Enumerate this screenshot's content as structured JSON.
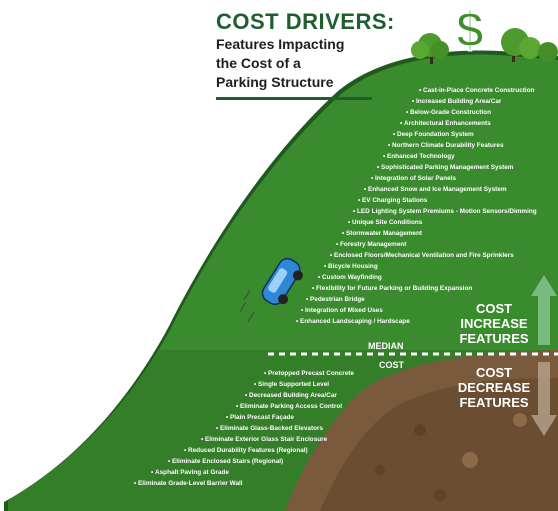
{
  "title": {
    "main": "COST DRIVERS:",
    "sub_line1": "Features Impacting",
    "sub_line2": "the Cost of a",
    "sub_line3": "Parking Structure"
  },
  "symbol": "$",
  "increase_features": [
    "Cast-in-Place Concrete Construction",
    "Increased Building Area/Car",
    "Below-Grade Construction",
    "Architectural Enhancements",
    "Deep Foundation System",
    "Northern Climate Durability Features",
    "Enhanced Technology",
    "Sophisticated Parking Management System",
    "Integration of Solar Panels",
    "Enhanced Snow and Ice Management System",
    "EV Charging Stations",
    "LED Lighting System Premiums - Motion Sensors/Dimming",
    "Unique Site Conditions",
    "Stormwater Management",
    "Forestry Management",
    "Enclosed Floors/Mechanical Ventilation and Fire Sprinklers",
    "Bicycle Housing",
    "Custom Wayfinding",
    "Flexibility for Future Parking or Building Expansion",
    "Pedestrian Bridge",
    "Integration of Mixed Uses",
    "Enhanced Landscaping / Hardscape"
  ],
  "decrease_features": [
    "Pretopped Precast Concrete",
    "Single Supported Level",
    "Decreased Building Area/Car",
    "Eliminate Parking Access Control",
    "Plain Precast Façade",
    "Eliminate Glass-Backed Elevators",
    "Eliminate Exterior Glass Stair Enclosure",
    "Reduced Durability Features (Regional)",
    "Eliminate Enclosed Stairs (Regional)",
    "Asphalt Paving at Grade",
    "Eliminate Grade-Level Barrier Wall"
  ],
  "labels": {
    "median": "MEDIAN",
    "cost": "COST",
    "increase": [
      "COST",
      "INCREASE",
      "FEATURES"
    ],
    "decrease": [
      "COST",
      "DECREASE",
      "FEATURES"
    ]
  },
  "colors": {
    "hill_green": "#3a8a2e",
    "hill_dark_green": "#2c6f25",
    "dirt_brown": "#7a5a3c",
    "title_green": "#1f5e2e",
    "car_blue": "#2f87d8",
    "arrow_green": "#7fbf8a",
    "arrow_tan": "#b09a82"
  },
  "icons": [
    "tree-icon",
    "dollar-sign-icon",
    "car-icon",
    "up-arrow-icon",
    "down-arrow-icon"
  ]
}
